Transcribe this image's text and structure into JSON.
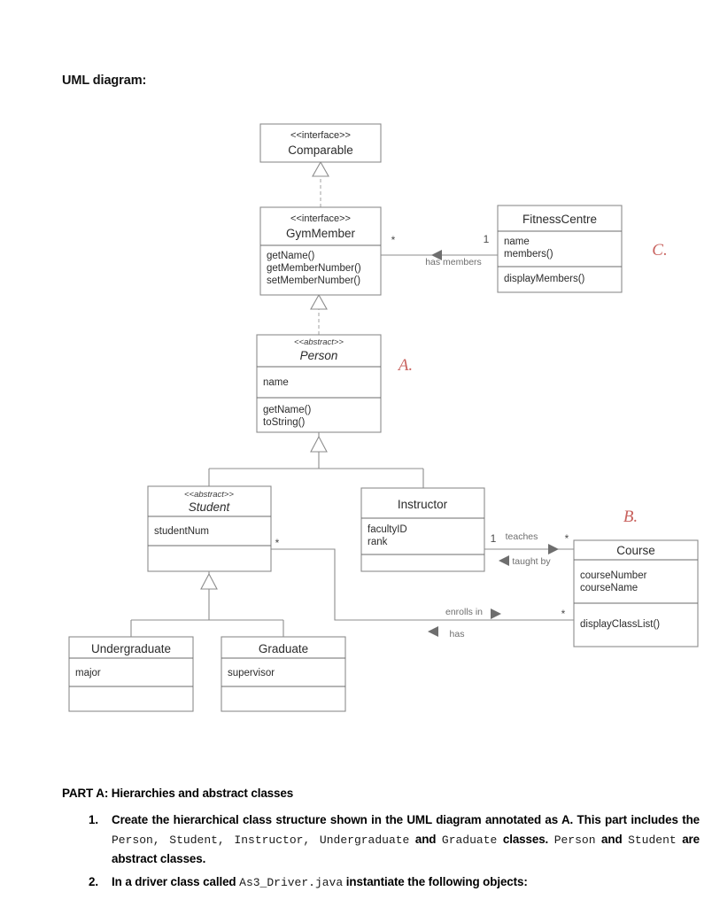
{
  "document": {
    "heading": "UML diagram:",
    "part_title": "PART A:  Hierarchies and abstract classes",
    "items": [
      {
        "number": "1.",
        "seg1": "Create the hierarchical class structure shown in the UML diagram annotated as A. This part includes the ",
        "code1": "Person, Student, Instructor, Undergraduate",
        "seg2": " and ",
        "code2": "Graduate",
        "seg3": " classes. ",
        "code3": "Person",
        "seg4": " and ",
        "code4": "Student",
        "seg5": " are abstract classes."
      },
      {
        "number": "2.",
        "seg1": "In a driver class called ",
        "code1": "As3_Driver.java",
        "seg2": " instantiate the following objects:"
      }
    ]
  },
  "annotations": {
    "a": "A.",
    "b": "B.",
    "c": "C.",
    "color": "#c9635f"
  },
  "classes": {
    "comparable": {
      "stereotype": "<<interface>>",
      "name": "Comparable",
      "attributes": [],
      "methods": []
    },
    "gymmember": {
      "stereotype": "<<interface>>",
      "name": "GymMember",
      "attributes": [],
      "methods": [
        "getName()",
        "getMemberNumber()",
        "setMemberNumber()"
      ]
    },
    "fitnesscentre": {
      "stereotype": "",
      "name": "FitnessCentre",
      "attributes": [
        "name",
        "members()"
      ],
      "methods": [
        "displayMembers()"
      ]
    },
    "person": {
      "stereotype": "<<abstract>>",
      "name": "Person",
      "attributes": [
        "name"
      ],
      "methods": [
        "getName()",
        "toString()"
      ]
    },
    "student": {
      "stereotype": "<<abstract>>",
      "name": "Student",
      "attributes": [
        "studentNum"
      ],
      "methods": []
    },
    "instructor": {
      "stereotype": "",
      "name": "Instructor",
      "attributes": [
        "facultyID",
        "rank"
      ],
      "methods": []
    },
    "course": {
      "stereotype": "",
      "name": "Course",
      "attributes": [
        "courseNumber",
        "courseName"
      ],
      "methods": [
        "displayClassList()"
      ]
    },
    "undergraduate": {
      "stereotype": "",
      "name": "Undergraduate",
      "attributes": [
        "major"
      ],
      "methods": []
    },
    "graduate": {
      "stereotype": "",
      "name": "Graduate",
      "attributes": [
        "supervisor"
      ],
      "methods": []
    }
  },
  "associations": {
    "gym_fitness": {
      "label": "has members",
      "source_mult": "*",
      "target_mult": "1"
    },
    "instructor_course": {
      "label_top": "teaches",
      "label_bottom": "taught by",
      "source_mult": "1",
      "target_mult": "*"
    },
    "student_course": {
      "label_top": "enrolls in",
      "label_bottom": "has",
      "source_mult": "*",
      "target_mult": "*"
    }
  }
}
